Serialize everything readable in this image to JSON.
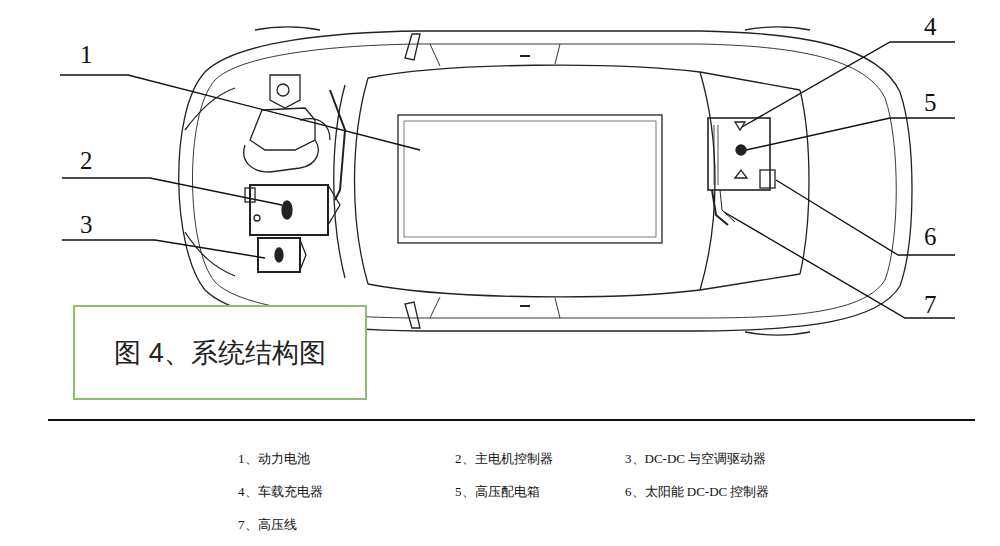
{
  "diagram": {
    "nodes": [
      {
        "text": [
          "图 4、系统结构图"
        ]
      }
    ],
    "labels": [
      "1",
      "2",
      "3",
      "4",
      "5",
      "6",
      "7",
      "1、动力电池",
      "2、主电机控制器",
      "3、DC-DC 与空调驱动器",
      "4、车载充电器",
      "5、高压配电箱",
      "6、太阳能 DC-DC 控制器",
      "7、高压线"
    ]
  }
}
